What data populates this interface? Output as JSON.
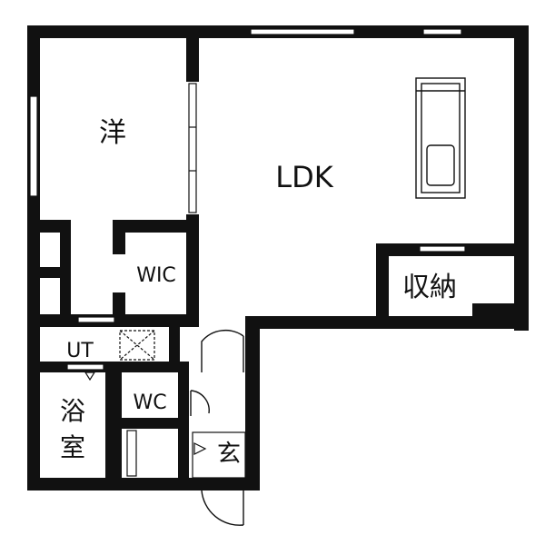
{
  "rooms": {
    "western": "洋",
    "ldk": "LDK",
    "wic": "WIC",
    "storage": "収納",
    "utility": "UT",
    "bath_line1": "浴",
    "bath_line2": "室",
    "toilet": "WC",
    "entrance": "玄"
  },
  "colors": {
    "wall": "#111111",
    "background": "#ffffff"
  }
}
